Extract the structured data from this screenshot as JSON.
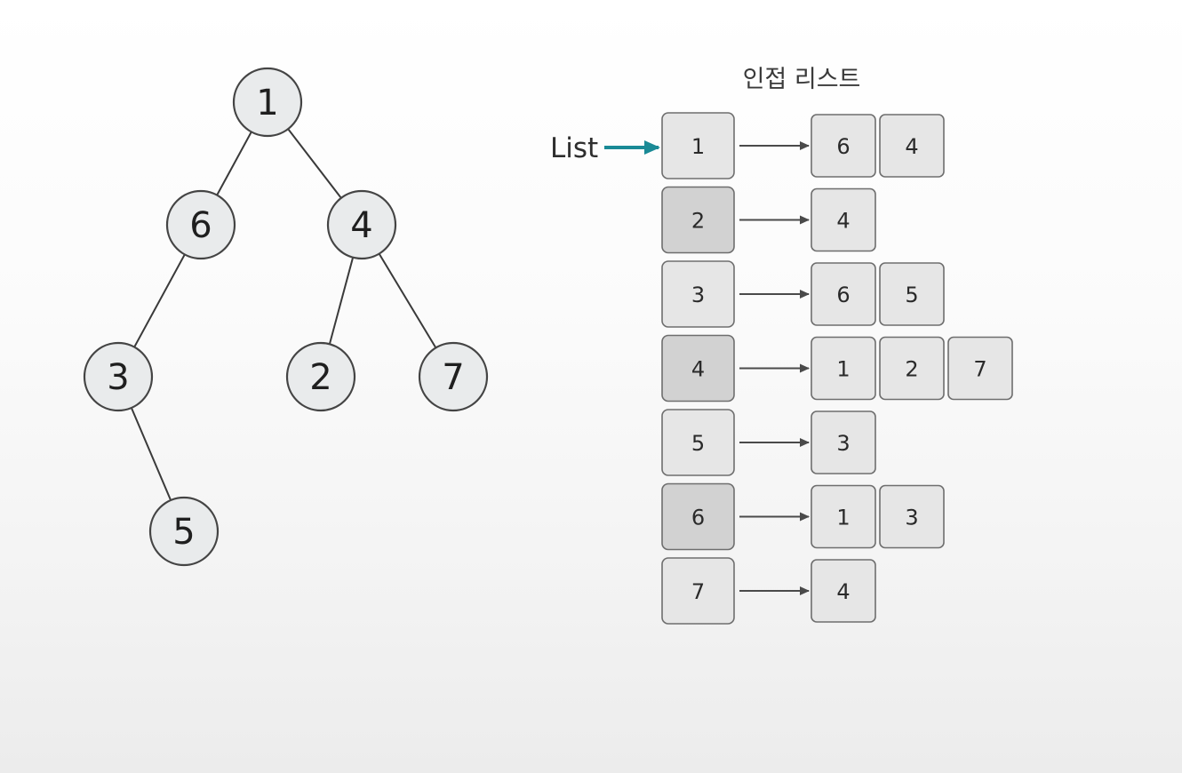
{
  "tree": {
    "nodes": [
      {
        "id": "1",
        "label": "1"
      },
      {
        "id": "6",
        "label": "6"
      },
      {
        "id": "4",
        "label": "4"
      },
      {
        "id": "3",
        "label": "3"
      },
      {
        "id": "2",
        "label": "2"
      },
      {
        "id": "7",
        "label": "7"
      },
      {
        "id": "5",
        "label": "5"
      }
    ],
    "edges": [
      [
        "1",
        "6"
      ],
      [
        "1",
        "4"
      ],
      [
        "6",
        "3"
      ],
      [
        "4",
        "2"
      ],
      [
        "4",
        "7"
      ],
      [
        "3",
        "5"
      ]
    ]
  },
  "adjacency_list": {
    "title": "인접 리스트",
    "head_label": "List",
    "rows": [
      {
        "vertex": "1",
        "neighbors": [
          "6",
          "4"
        ]
      },
      {
        "vertex": "2",
        "neighbors": [
          "4"
        ]
      },
      {
        "vertex": "3",
        "neighbors": [
          "6",
          "5"
        ]
      },
      {
        "vertex": "4",
        "neighbors": [
          "1",
          "2",
          "7"
        ]
      },
      {
        "vertex": "5",
        "neighbors": [
          "3"
        ]
      },
      {
        "vertex": "6",
        "neighbors": [
          "1",
          "3"
        ]
      },
      {
        "vertex": "7",
        "neighbors": [
          "4"
        ]
      }
    ]
  },
  "colors": {
    "node_fill": "#e9ebec",
    "node_stroke": "#444444",
    "edge": "#3a3a3a",
    "cell_fill": "#e6e6e6",
    "cell_fill_dark": "#d2d2d2",
    "cell_stroke": "#6e6e6e",
    "arrow": "#4a4a4a",
    "head_arrow": "#1a8a96"
  }
}
